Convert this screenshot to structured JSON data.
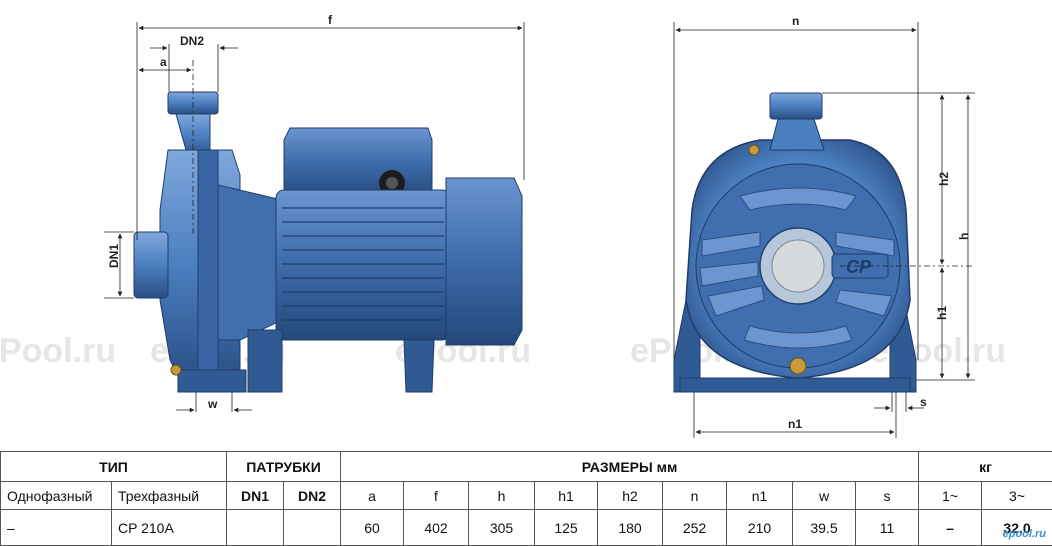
{
  "dimension_labels": {
    "f": "f",
    "dn2": "DN2",
    "a": "a",
    "dn1": "DN1",
    "w": "w",
    "n": "n",
    "h2": "h2",
    "h": "h",
    "h1": "h1",
    "n1": "n1",
    "s": "s"
  },
  "pump_badge": "CP",
  "watermark": "ePool.ru",
  "table": {
    "group_headers": {
      "type": "ТИП",
      "ports": "ПАТРУБКИ",
      "dimensions": "РАЗМЕРЫ мм",
      "weight": "кг"
    },
    "sub_headers": {
      "single_phase": "Однофазный",
      "three_phase": "Трехфазный",
      "dn1": "DN1",
      "dn2": "DN2",
      "a": "a",
      "f": "f",
      "h": "h",
      "h1": "h1",
      "h2": "h2",
      "n": "n",
      "n1": "n1",
      "w": "w",
      "s": "s",
      "w1": "1~",
      "w3": "3~"
    },
    "row": {
      "single_phase": "–",
      "three_phase": "CP 210A",
      "dn1": "",
      "dn2": "",
      "a": "60",
      "f": "402",
      "h": "305",
      "h1": "125",
      "h2": "180",
      "n": "252",
      "n1": "210",
      "w": "39.5",
      "s": "11",
      "w1": "–",
      "w3": "32.0"
    }
  },
  "site_logo": "epool.ru",
  "colors": {
    "pump_blue": "#4a7fc0",
    "pump_dark": "#2a4f86",
    "pump_light": "#7fa8dc"
  }
}
